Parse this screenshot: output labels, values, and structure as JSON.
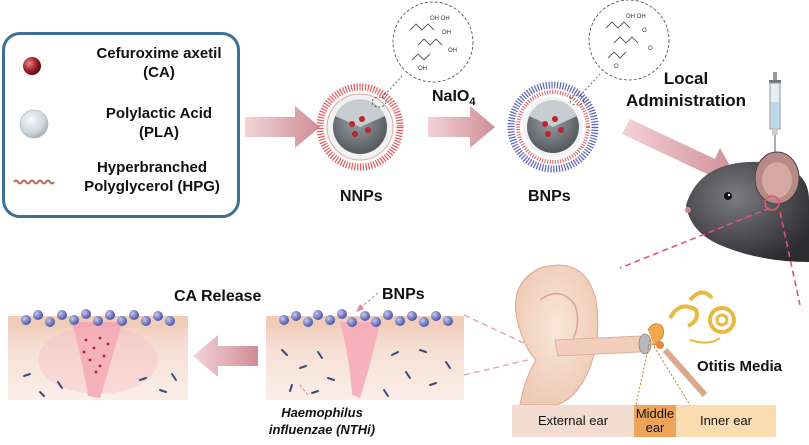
{
  "legend": {
    "items": [
      {
        "label_line1": "Cefuroxime axetil",
        "label_line2": "(CA)",
        "marker_color": "#a3232c"
      },
      {
        "label_line1": "Polylactic Acid",
        "label_line2": "(PLA)",
        "marker_color": "#d7dde2"
      },
      {
        "label_line1": "Hyperbranched",
        "label_line2": "Polyglycerol (HPG)",
        "marker_color": "#b5645e"
      }
    ],
    "border_color": "#3f6f93"
  },
  "labels": {
    "nnps": "NNPs",
    "bnps": "BNPs",
    "reagent": "NaIO",
    "reagent_subscript": "4",
    "local_admin_line1": "Local",
    "local_admin_line2": "Administration",
    "ca_release": "CA Release",
    "bnps_tissue": "BNPs",
    "bacteria_line1": "Haemophilus",
    "bacteria_line2": "influenzae (NTHi)",
    "otitis_media": "Otitis Media"
  },
  "ear_regions": [
    {
      "label": "External ear",
      "color": "#f3dcd0"
    },
    {
      "label": "Middle ear",
      "color": "#eea35a"
    },
    {
      "label": "Inner ear",
      "color": "#f9ddb0"
    }
  ],
  "colors": {
    "arrow": "#d9a0a8",
    "hpg_fringe": "#e2585c",
    "bnp_fringe": "#5a62b8",
    "dashed_pointer": "#e05670",
    "core": "#6e7278"
  }
}
